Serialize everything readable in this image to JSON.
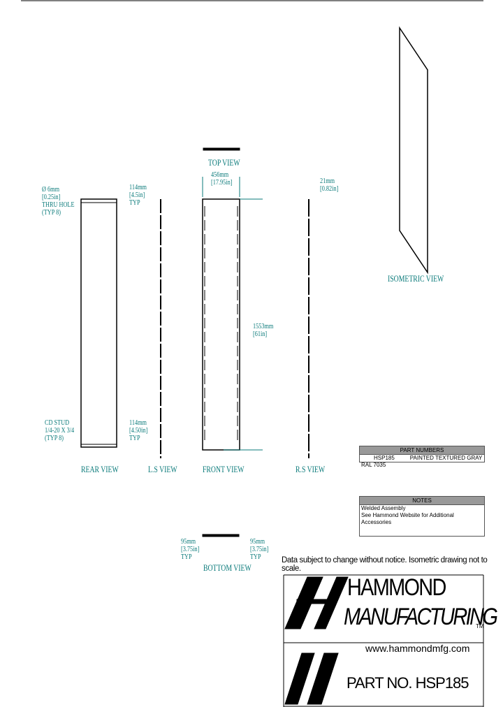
{
  "views": {
    "top": "TOP VIEW",
    "rear": "REAR VIEW",
    "ls": "L.S VIEW",
    "front": "FRONT VIEW",
    "rs": "R.S VIEW",
    "bottom": "BOTTOM VIEW",
    "iso": "ISOMETRIC VIEW"
  },
  "dims": {
    "hole": [
      "Ø 6mm",
      "[0.25in]",
      "THRU HOLE",
      "(TYP 8)"
    ],
    "ls_top": [
      "114mm",
      "[4.5in]",
      "TYP"
    ],
    "width": [
      "456mm",
      "[17.95in]"
    ],
    "rs": [
      "21mm",
      "[0.82in]"
    ],
    "height": [
      "1553mm",
      "[61in]"
    ],
    "stud": [
      "CD STUD",
      "1/4-20 X 3/4",
      "(TYP 8)"
    ],
    "ls_bottom": [
      "114mm",
      "[4.50in]",
      "TYP"
    ],
    "bottom_left": [
      "95mm",
      "[3.75in]",
      "TYP"
    ],
    "bottom_right": [
      "95mm",
      "[3.75in]",
      "TYP"
    ]
  },
  "part_numbers": {
    "title": "PART NUMBERS",
    "rows": [
      {
        "part": "HSP185",
        "desc": "PAINTED TEXTURED GRAY RAL 7035"
      }
    ]
  },
  "notes": {
    "title": "NOTES",
    "lines": [
      "Welded Assembly",
      "See Hammond Website for Additional Accessories"
    ]
  },
  "disclaimer": "Data subject to change without notice. Isometric drawing not to scale.",
  "title_block": {
    "company_line1": "HAMMOND",
    "company_line2": "MANUFACTURING",
    "tm": "TM",
    "website": "www.hammondmfg.com",
    "part_no": "PART NO. HSP185"
  },
  "colors": {
    "dimension": "#0a7a7a",
    "header": "#999999"
  }
}
